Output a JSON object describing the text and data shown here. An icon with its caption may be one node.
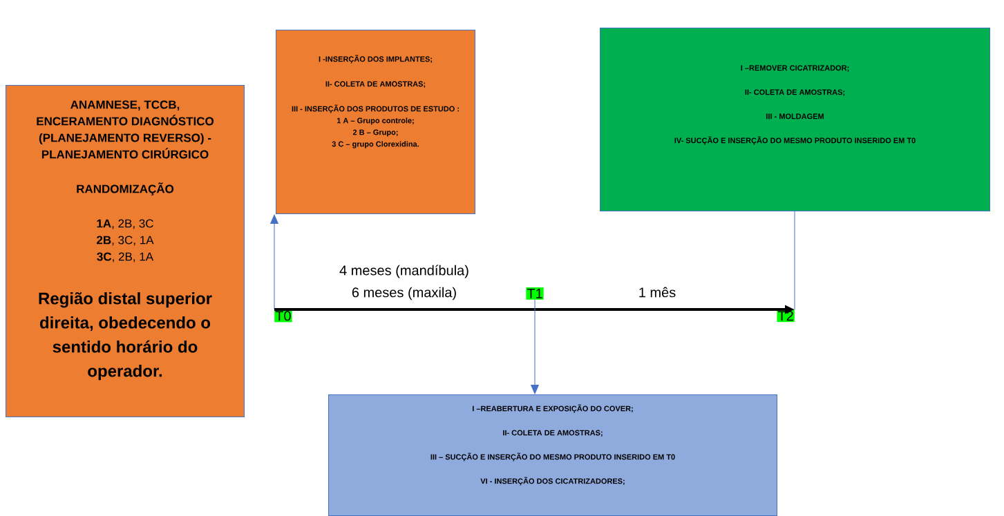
{
  "diagram": {
    "nodes": [
      {
        "text": [
          "ANAMNESE, TCCB, ENCERAMENTO DIAGNÓSTICO (PLANEJAMENTO REVERSO) - PLANEJAMENTO CIRÚRGICO",
          "RANDOMIZAÇÃO",
          "**1A**, 2B, 3C",
          "**2B**, 3C, 1A",
          "**3C**, 2B, 1A",
          "Região distal superior direita, obedecendo o sentido horário do operador."
        ]
      },
      {
        "text": [
          "I -INSERÇÃO DOS IMPLANTES;",
          "II- COLETA DE AMOSTRAS;",
          "III - INSERÇÃO DOS PRODUTOS DE ESTUDO :",
          "1 A – Grupo controle;",
          "2 B – Grupo;",
          "3 C – grupo Clorexidina."
        ]
      },
      {
        "text": [
          "I –REMOVER CICATRIZADOR;",
          "II- COLETA DE AMOSTRAS;",
          "III - MOLDAGEM",
          "IV- SUCÇÃO E INSERÇÃO DO MESMO PRODUTO INSERIDO EM T0"
        ]
      },
      {
        "text": [
          "I –REABERTURA E EXPOSIÇÃO DO COVER;",
          "II- COLETA DE AMOSTRAS;",
          "III – SUCÇÃO E INSERÇÃO DO MESMO PRODUTO INSERIDO EM T0",
          "VI - INSERÇÃO DOS CICATRIZADORES;"
        ]
      },
      {
        "text": [
          "T0"
        ]
      },
      {
        "text": [
          "T1"
        ]
      },
      {
        "text": [
          "T2"
        ]
      }
    ],
    "edges": [
      {
        "from": 4,
        "to": 1,
        "arrow": "to"
      },
      {
        "from": 4,
        "to": 6,
        "arrow": "to",
        "style": "thick",
        "color": "#000000"
      },
      {
        "from": 2,
        "to": 6,
        "arrow": "none"
      },
      {
        "from": 5,
        "to": 3,
        "arrow": "to"
      }
    ],
    "labels": [
      "4 meses (mandíbula)",
      "6 meses (maxila)",
      "1 mês"
    ]
  }
}
